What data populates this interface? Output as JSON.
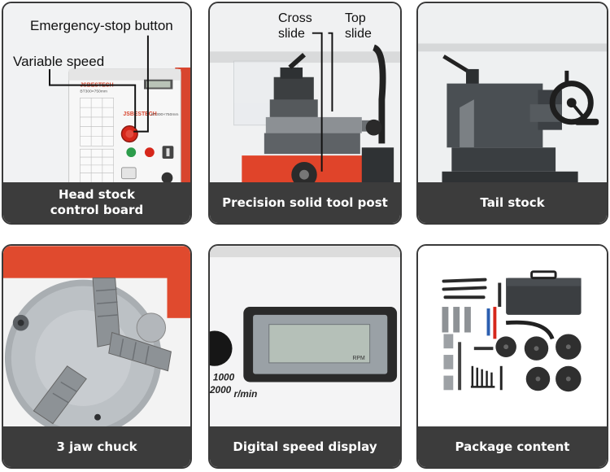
{
  "colors": {
    "caption_bg": "#3c3c3c",
    "caption_text": "#ffffff",
    "card_border": "#3a3a3a",
    "machine_red": "#e0442a",
    "machine_gray": "#4a4f53"
  },
  "cards": [
    {
      "id": "head-stock",
      "caption_lines": [
        "Head stock",
        "control board"
      ],
      "callouts": [
        "Emergency-stop button",
        "Variable speed"
      ],
      "brand_text": "JSBESTECH",
      "model_text": "BT300×750mm"
    },
    {
      "id": "tool-post",
      "caption_lines": [
        "Precision solid tool post"
      ],
      "callouts": [
        "Cross",
        "slide",
        "Top",
        "slide"
      ]
    },
    {
      "id": "tail-stock",
      "caption_lines": [
        "Tail stock"
      ]
    },
    {
      "id": "jaw-chuck",
      "caption_lines": [
        "3 jaw chuck"
      ]
    },
    {
      "id": "speed-display",
      "caption_lines": [
        "Digital speed display"
      ],
      "display_unit": "RPM",
      "scale_values": [
        "1000",
        "2000"
      ],
      "scale_unit": "r/min"
    },
    {
      "id": "package",
      "caption_lines": [
        "Package content"
      ]
    }
  ]
}
